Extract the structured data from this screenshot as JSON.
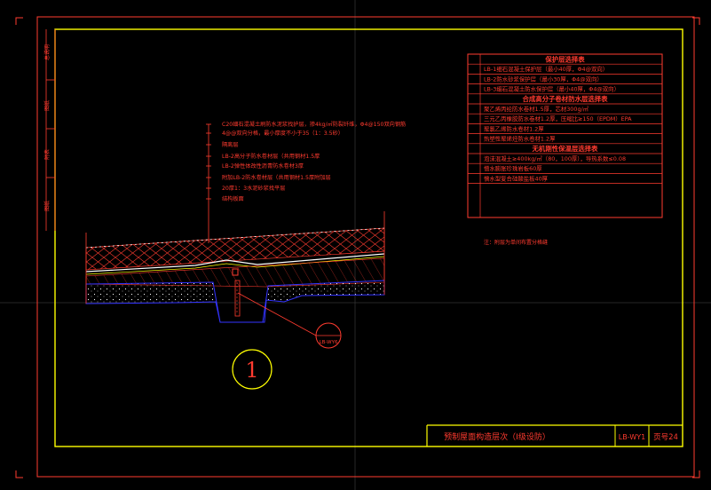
{
  "drawing": {
    "detail_number": "1",
    "callout_ref": "LB-WY6",
    "layer_labels": [
      "C20细石混凝土刷防水泥浆找护层，掺4kg/㎡防裂纤维，Φ4@150双向钢筋",
      "4@@双向分格，最小厚度不小于35（1：3.5砂）",
      "隔离层",
      "LB-2高分子防水卷材层（共用钢材1.5厚",
      "LB-2弹性体改性沥青防水卷材3厚",
      "附加LB-2防水卷材层（共用钢材1.5厚附加层",
      "20厚1：3水泥砂浆找平层",
      "结构板面"
    ],
    "note": "注：附层为单间布置分格缝",
    "title_block": {
      "title": "预制屋面构造层次（I级设防）",
      "code": "LB-WY1",
      "page": "页号24"
    },
    "side_labels": [
      "总说明",
      "图纸",
      "附表",
      "图纸"
    ]
  },
  "table": {
    "sections": [
      {
        "header": "保护层选择表",
        "rows": [
          "LB-1细石混凝土保护层（最小40厚，Φ4@双向）",
          "LB-2防水砂浆保护层（最小30厚，Φ4@双向）",
          "LB-3细石混凝土防水保护层（最小40厚，Φ4@双向）"
        ]
      },
      {
        "header": "合成高分子卷材防水层选择表",
        "rows": [
          "聚乙烯丙纶防水卷材1.5厚，芯材300g/㎡",
          "三元乙丙橡胶防水卷材1.2厚，压缩比≥150（EPDM）EPA",
          "聚氯乙烯防水卷材1.2厚",
          "热塑性聚烯烃防水卷材1.2厚"
        ]
      },
      {
        "header": "无机刚性保温层选择表",
        "rows": [
          "泡沫混凝土≥400kg/㎥（80，100厚），导热系数≤0.08",
          "憎水膨胀珍珠岩板60厚",
          "憎水型复合硅酸盐板40厚"
        ]
      }
    ]
  },
  "colors": {
    "background": "#000000",
    "frame": "#ffff00",
    "annotation": "#ff3b2f",
    "slab": "#3333ff",
    "grid": "#555555"
  }
}
